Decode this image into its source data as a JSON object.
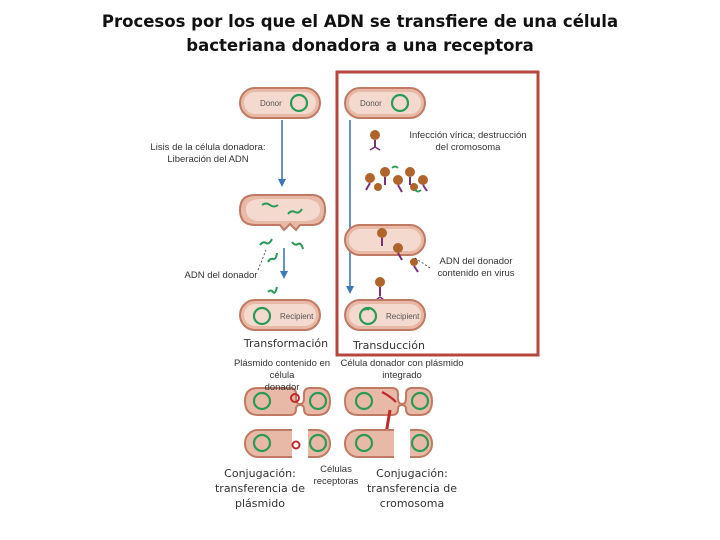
{
  "title_line1": "Procesos por los que el ADN se transfiere de una célula",
  "title_line2": "bacteriana donadora a una receptora",
  "labels": {
    "donor_left": "Donor",
    "donor_right": "Donor",
    "recipient_left": "Recipient",
    "recipient_right": "Recipient",
    "lysis_line1": "Lisis de la célula donadora:",
    "lysis_line2": "Liberación del ADN",
    "viral_line1": "Infección vírica; destrucción",
    "viral_line2": "del cromosoma",
    "donor_dna": "ADN del donador",
    "virus_dna_line1": "ADN del donador",
    "virus_dna_line2": "contenido en virus",
    "transformation": "Transformación",
    "transduction": "Transducción",
    "plasmid_line1": "Plásmido contenido en célula",
    "plasmid_line2": "donador",
    "integrated_line1": "Célula donador con plásmido",
    "integrated_line2": "integrado",
    "conj_plasmid_line1": "Conjugación:",
    "conj_plasmid_line2": "transferencia de",
    "conj_plasmid_line3": "plásmido",
    "receptor_line1": "Células",
    "receptor_line2": "receptoras",
    "conj_chrom_line1": "Conjugación:",
    "conj_chrom_line2": "transferencia de",
    "conj_chrom_line3": "cromosoma"
  },
  "colors": {
    "highlight_box": "#b5473f",
    "cell_fill": "#e8b9a6",
    "cell_border": "#c07a63",
    "dna_green": "#2a9a57",
    "arrow_blue": "#3b79b6",
    "plasmid_red": "#c0282a",
    "virus_brown": "#b0632a",
    "virus_purple": "#7a2f7a"
  }
}
